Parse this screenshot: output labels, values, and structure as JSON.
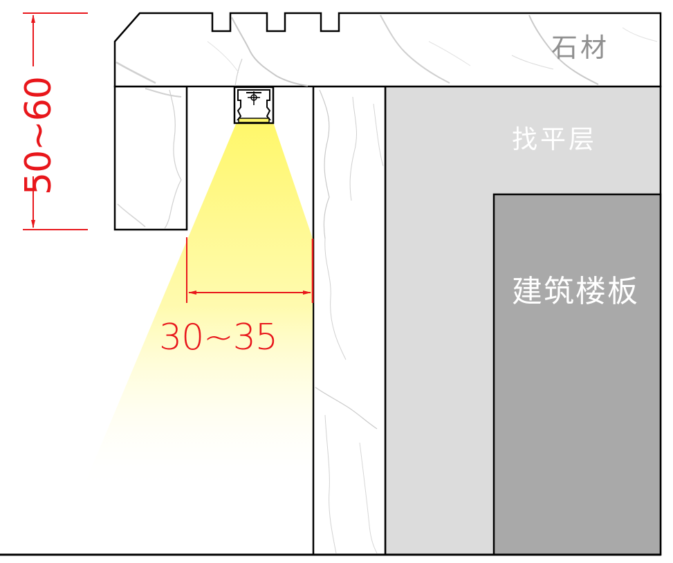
{
  "labels": {
    "stone": "石材",
    "leveling_layer": "找平层",
    "floor_slab": "建筑楼板"
  },
  "dimensions": {
    "vertical": "50~60",
    "horizontal": "30~35"
  },
  "colors": {
    "outline": "#000000",
    "dimension": "#e8161b",
    "leveling_layer": "#dcdcdc",
    "floor_slab": "#a9a9a9",
    "light": "#fff86a",
    "stone_vein": "#c9c9c9",
    "stone_label": "#8f8f8f"
  },
  "components": {
    "led_profile": "led-aluminum-profile",
    "light_beam": "light-cone"
  }
}
